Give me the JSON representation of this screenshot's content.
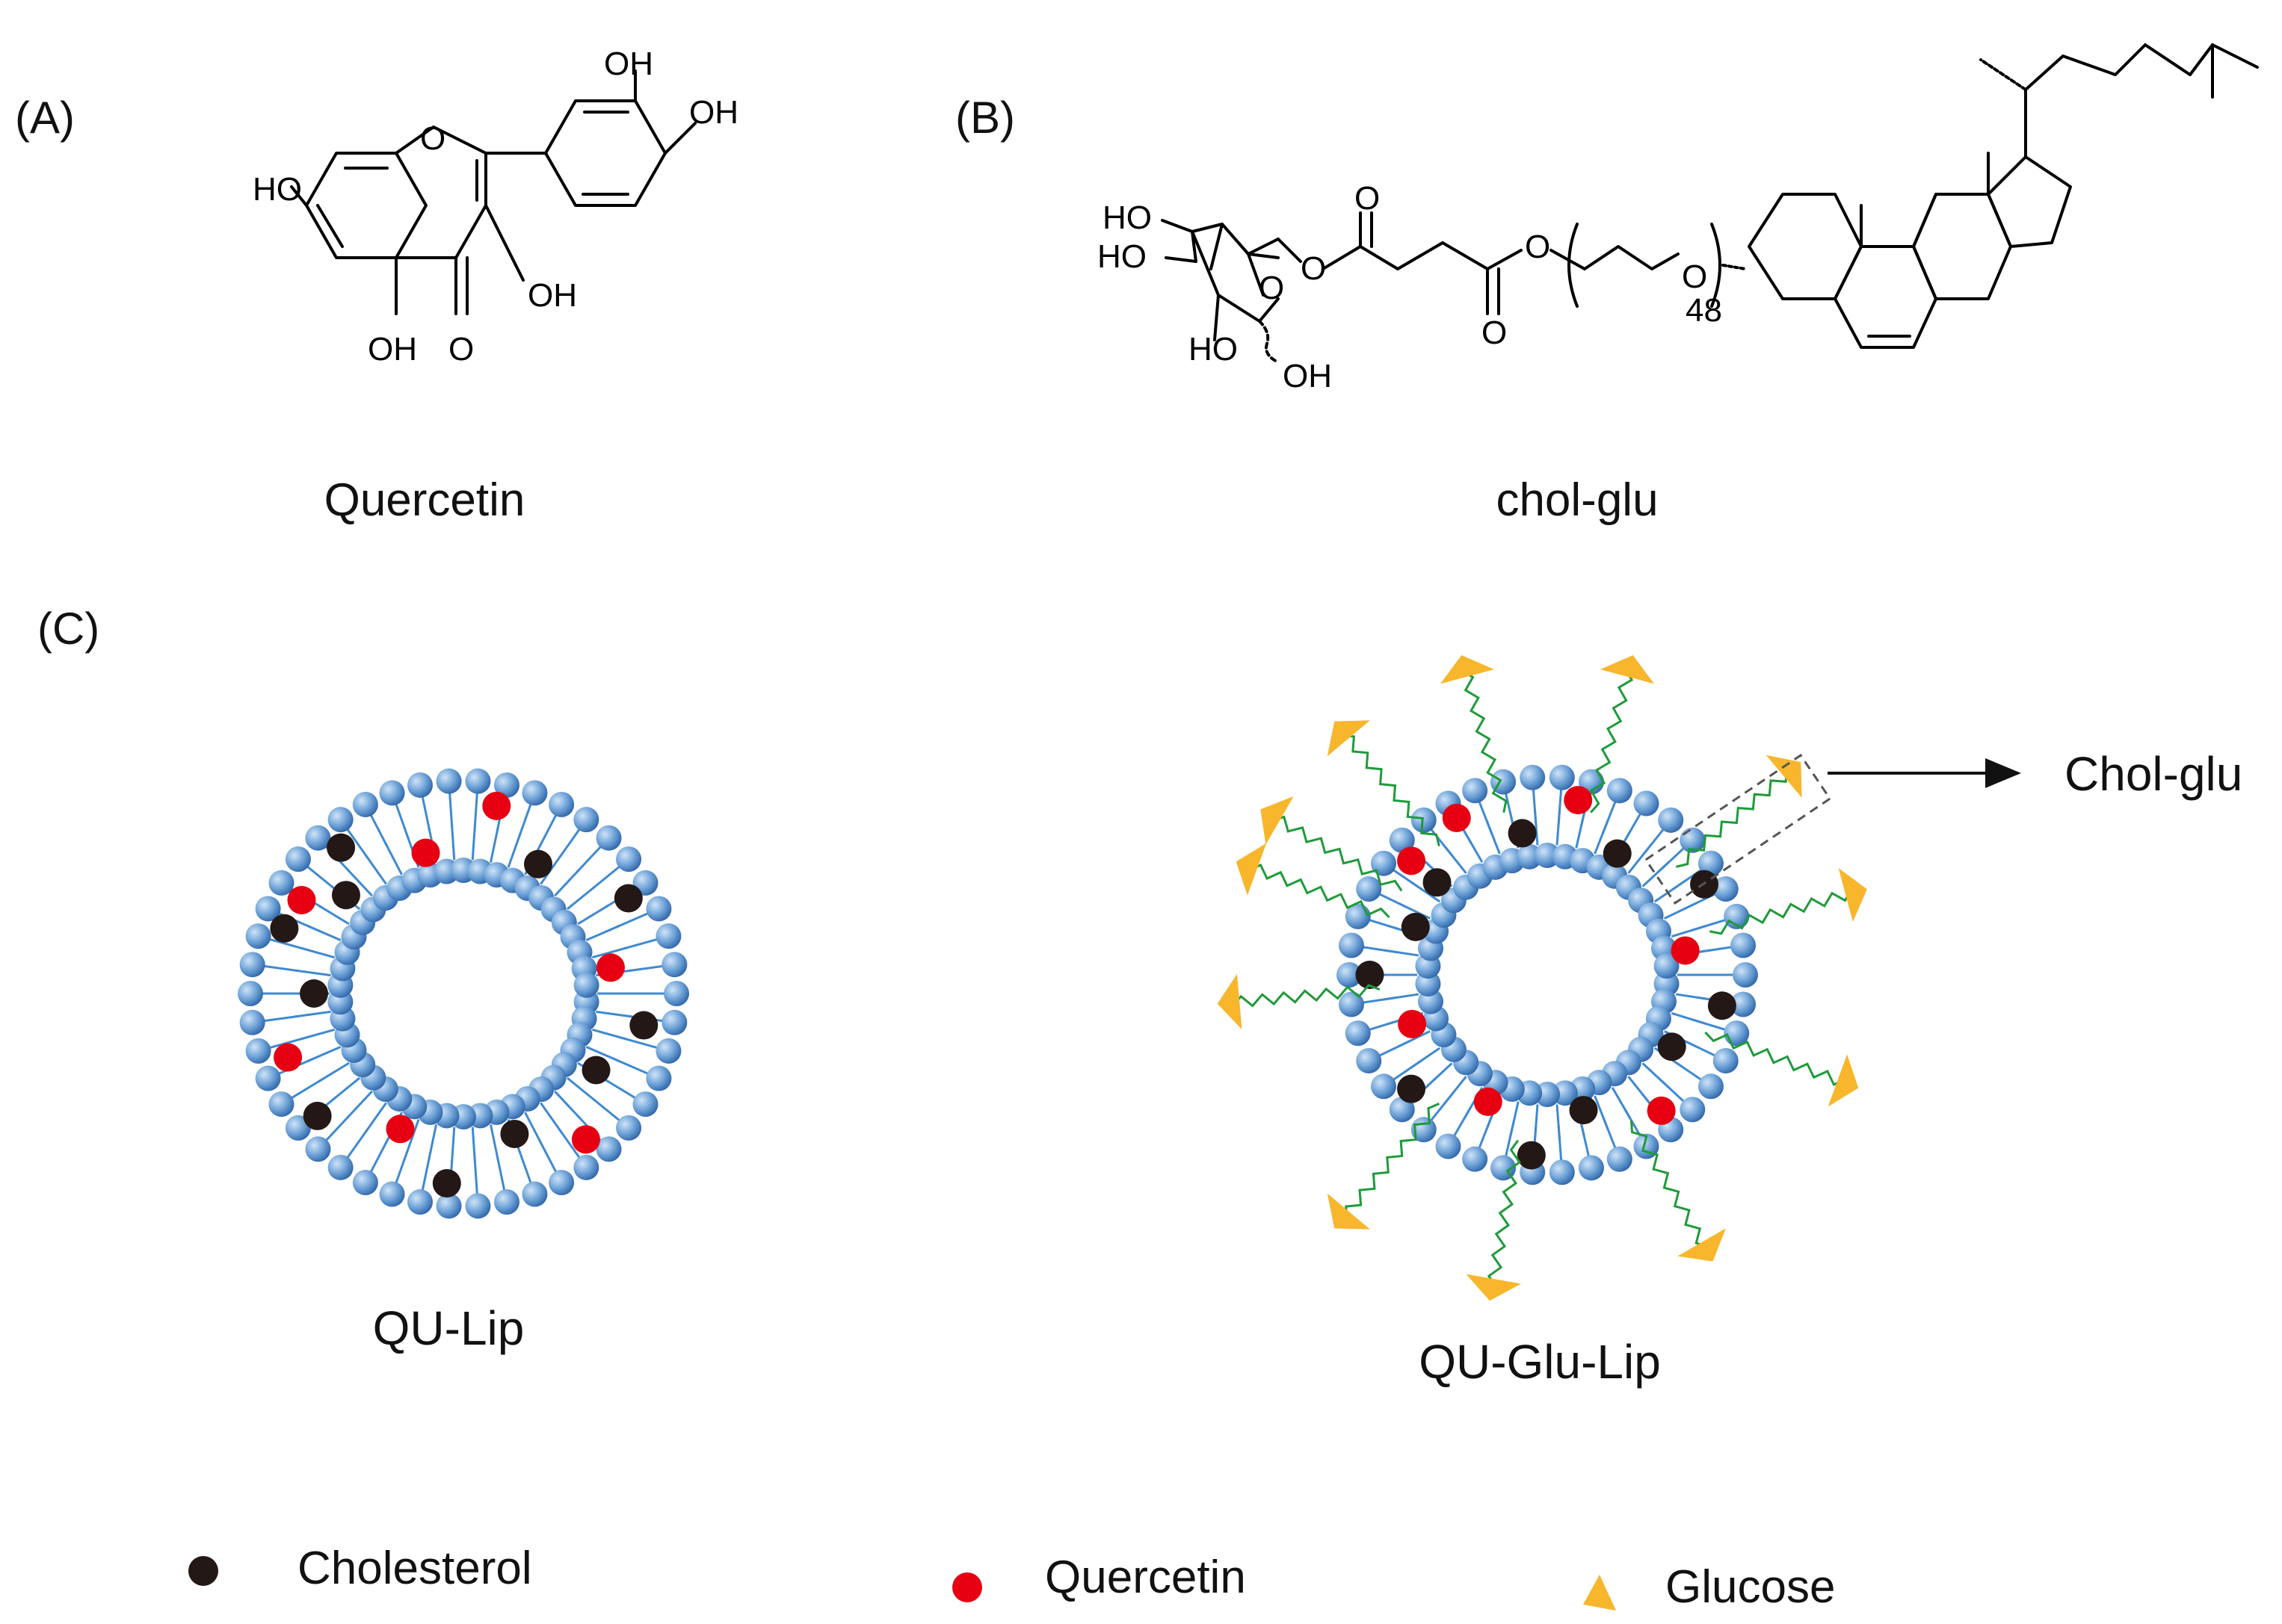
{
  "panels": {
    "a": {
      "label": "(A)",
      "name": "Quercetin"
    },
    "b": {
      "label": "(B)",
      "name": "chol-glu"
    },
    "c": {
      "label": "(C)"
    }
  },
  "quercetin_atoms": {
    "oh_top": "OH",
    "oh_right": "OH",
    "ho_left": "HO",
    "oh_mid": "OH",
    "oh_bottom": "OH",
    "o_carbonyl": "O",
    "o_ring": "O"
  },
  "cholglu_atoms": {
    "ho1": "HO",
    "ho2": "HO",
    "ho3": "HO",
    "oh4": "OH",
    "o_ring": "O",
    "o_ester1": "O",
    "o_carbonyl1": "O",
    "o_ester2": "O",
    "o_carbonyl2": "O",
    "o_peg": "O",
    "peg_subscript": "48"
  },
  "liposomes": {
    "plain": {
      "name": "QU-Lip"
    },
    "targeted": {
      "name": "QU-Glu-Lip"
    },
    "callout": "Chol-glu"
  },
  "legend": [
    {
      "label": "Cholesterol",
      "symbol": "circle",
      "color": "#231815"
    },
    {
      "label": "Quercetin",
      "symbol": "circle",
      "color": "#e60012"
    },
    {
      "label": "Glucose",
      "symbol": "triangle",
      "color": "#f8b62d"
    }
  ],
  "colors": {
    "lipid_head": "#4a86c8",
    "lipid_tail": "#3f8ad0",
    "cholesterol": "#231815",
    "quercetin": "#e60012",
    "glucose": "#f8b62d",
    "peg_chain": "#1f9a3a"
  }
}
